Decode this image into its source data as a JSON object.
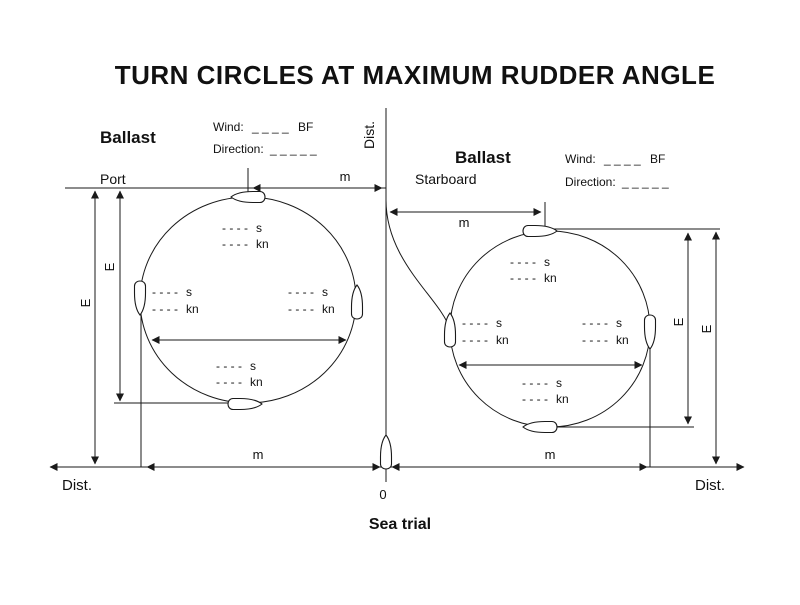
{
  "title": "TURN CIRCLES AT MAXIMUM RUDDER ANGLE",
  "footer": {
    "caption": "Sea trial"
  },
  "axes": {
    "vertical_label": "Dist.",
    "horizontal_left_label": "Dist.",
    "horizontal_right_label": "Dist.",
    "origin_label": "0"
  },
  "dimensions": {
    "meters_label": "m",
    "elevation_label": "E"
  },
  "port_trial": {
    "ballast_label": "Ballast",
    "side_label": "Port",
    "wind_label": "Wind:",
    "wind_value_blank": "_ _ _ _",
    "wind_unit": "BF",
    "direction_label": "Direction:",
    "direction_value_blank": "_ _ _ _ _"
  },
  "starboard_trial": {
    "ballast_label": "Ballast",
    "side_label": "Starboard",
    "wind_label": "Wind:",
    "wind_value_blank": "_ _ _ _",
    "wind_unit": "BF",
    "direction_label": "Direction:",
    "direction_value_blank": "_ _ _ _ _"
  },
  "speed_annotations": {
    "blank": "- - - -",
    "seconds_unit": "s",
    "knots_unit": "kn"
  }
}
